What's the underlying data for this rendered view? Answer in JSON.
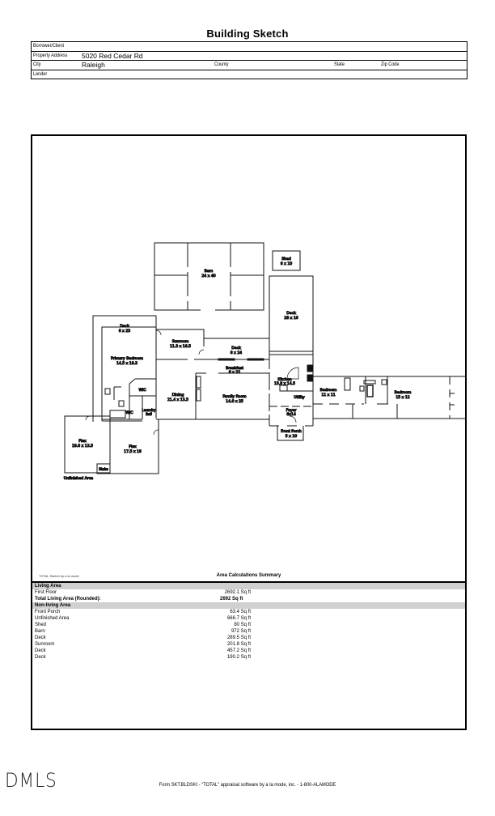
{
  "page": {
    "title": "Building Sketch"
  },
  "header": {
    "borrower_label": "Borrower/Client",
    "borrower_value": "",
    "address_label": "Property Address",
    "address_value": "5020 Red Cedar Rd",
    "city_label": "City",
    "city_value": "Raleigh",
    "county_label": "County",
    "state_label": "State",
    "zip_label": "Zip Code",
    "lender_label": "Lender"
  },
  "sketch": {
    "credit": "TOTAL Sketch by a la mode",
    "rooms": {
      "barn": {
        "name": "Barn",
        "dim": "24 x 40"
      },
      "shed": {
        "name": "Shed",
        "dim": "8 x 10"
      },
      "deck_large": {
        "name": "Deck",
        "dim": "28 x 16"
      },
      "deck_left": {
        "name": "Deck",
        "dim": "8 x 23"
      },
      "sunroom": {
        "name": "Sunroom",
        "dim": "11.3 x 16.5"
      },
      "deck_mid": {
        "name": "Deck",
        "dim": "8 x 24"
      },
      "primary_bedroom": {
        "name": "Primary Bedroom",
        "dim": "14.5 x 19.3"
      },
      "breakfast": {
        "name": "Breakfast",
        "dim": "6 x 22"
      },
      "kitchen": {
        "name": "Kitchen",
        "dim": "13.8 x 14.5"
      },
      "wic1": {
        "name": "WIC"
      },
      "wic2": {
        "name": "WIC"
      },
      "dining": {
        "name": "Dining",
        "dim": "21.4 x 13.5"
      },
      "family_room": {
        "name": "Family Room",
        "dim": "14.6 x 25"
      },
      "laundry": {
        "name": "Laundry",
        "dim": "9x6"
      },
      "utility": {
        "name": "Utility"
      },
      "bedroom1": {
        "name": "Bedroom",
        "dim": "11 x 11"
      },
      "bedroom2": {
        "name": "Bedroom",
        "dim": "15 x 12"
      },
      "foyer": {
        "name": "Foyer",
        "dim": "6x14"
      },
      "front_porch": {
        "name": "Front Porch",
        "dim": "5 x 10"
      },
      "flex1": {
        "name": "Flex",
        "dim": "19.8 x 13.5"
      },
      "flex2": {
        "name": "Flex",
        "dim": "17.5 x 18"
      },
      "stairs": {
        "name": "Stairs"
      },
      "unfinished": {
        "name": "Unfinished Area"
      }
    }
  },
  "summary": {
    "title": "Area Calculations Summary",
    "living_header": "Living Area",
    "living": [
      {
        "label": "First Floor",
        "value": "2692.1 Sq ft"
      }
    ],
    "total_label": "Total Living Area (Rounded):",
    "total_value": "2692 Sq ft",
    "nonliving_header": "Non-living Area",
    "nonliving": [
      {
        "label": "Front Porch",
        "value": "63.4 Sq ft"
      },
      {
        "label": "Unfinished Area",
        "value": "666.7 Sq ft"
      },
      {
        "label": "Shed",
        "value": "80 Sq ft"
      },
      {
        "label": "Barn",
        "value": "972 Sq ft"
      },
      {
        "label": "Deck",
        "value": "289.5 Sq ft"
      },
      {
        "label": "Sunroom",
        "value": "201.8 Sq ft"
      },
      {
        "label": "Deck",
        "value": "457.2 Sq ft"
      },
      {
        "label": "Deck",
        "value": "190.2 Sq ft"
      }
    ]
  },
  "footer": {
    "logo": "DMLS",
    "form_text": "Form SKT.BLDSKI - \"TOTAL\" appraisal software by a la mode, inc. - 1-800-ALAMODE"
  }
}
